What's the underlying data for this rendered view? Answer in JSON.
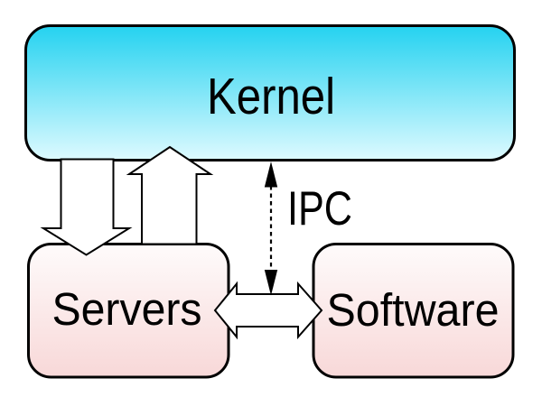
{
  "diagram": {
    "kind": "microkernel-architecture-diagram",
    "background": "#ffffff"
  },
  "nodes": {
    "kernel": {
      "label": "Kernel"
    },
    "servers": {
      "label": "Servers"
    },
    "software": {
      "label": "Software"
    }
  },
  "edges": {
    "kernel_to_servers": {
      "style": "block-arrow-down"
    },
    "servers_to_kernel": {
      "style": "block-arrow-up"
    },
    "servers_to_software": {
      "style": "block-double-arrow-horizontal"
    },
    "ipc": {
      "label": "IPC",
      "style": "dashed-double-arrow-vertical"
    }
  },
  "colors": {
    "kernel_gradient_top": "#24d2f0",
    "kernel_gradient_bottom": "#defaff",
    "user_box_gradient_top": "#fefbfb",
    "user_box_gradient_bottom": "#f8d8d8",
    "arrow_fill": "#ffffff",
    "outline": "#000000",
    "text": "#000000"
  }
}
